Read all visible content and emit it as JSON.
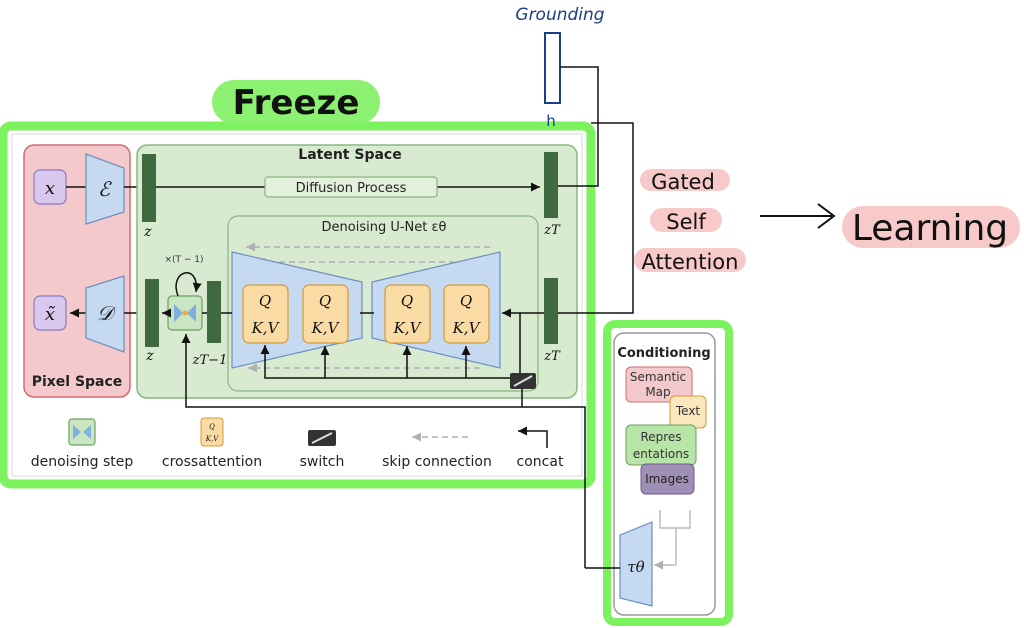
{
  "annotations": {
    "freeze": "Freeze",
    "grounding": "Grounding",
    "h_token": "h",
    "gated": "Gated",
    "self": "Self",
    "attention": "Attention",
    "learning": "Learning"
  },
  "pixel_space": {
    "label": "Pixel Space",
    "input": "x",
    "output": "x̃",
    "encoder": "ℰ",
    "decoder": "𝒟"
  },
  "latent_space": {
    "label": "Latent Space",
    "diffusion": "Diffusion Process",
    "unet": "Denoising U-Net εθ",
    "z": "z",
    "z_bottom": "z",
    "zT_top": "zT",
    "zT_mid": "zT",
    "z_t_minus_1": "zT−1",
    "repeat": "×(T − 1)",
    "q": "Q",
    "kv": "K,V"
  },
  "legend": {
    "denoising_step": "denoising step",
    "crossattention": "crossattention",
    "switch": "switch",
    "skip_connection": "skip connection",
    "concat": "concat"
  },
  "conditioning": {
    "title": "Conditioning",
    "semantic": "Semantic",
    "map": "Map",
    "text": "Text",
    "repres": "Repres",
    "entations": "entations",
    "images": "Images",
    "tau": "τθ"
  },
  "colors": {
    "frame_green": "#7df25f",
    "highlight_green": "#8cf070",
    "highlight_pink": "#f7c9c9",
    "pixel_space_fill": "#f3c9cb",
    "latent_fill": "#d8ebd1",
    "unet_fill": "#cfe0f2",
    "attn_fill": "#fbdba4",
    "bar_green": "#3f6a3f",
    "grounding_blue": "#1a3e8a"
  }
}
